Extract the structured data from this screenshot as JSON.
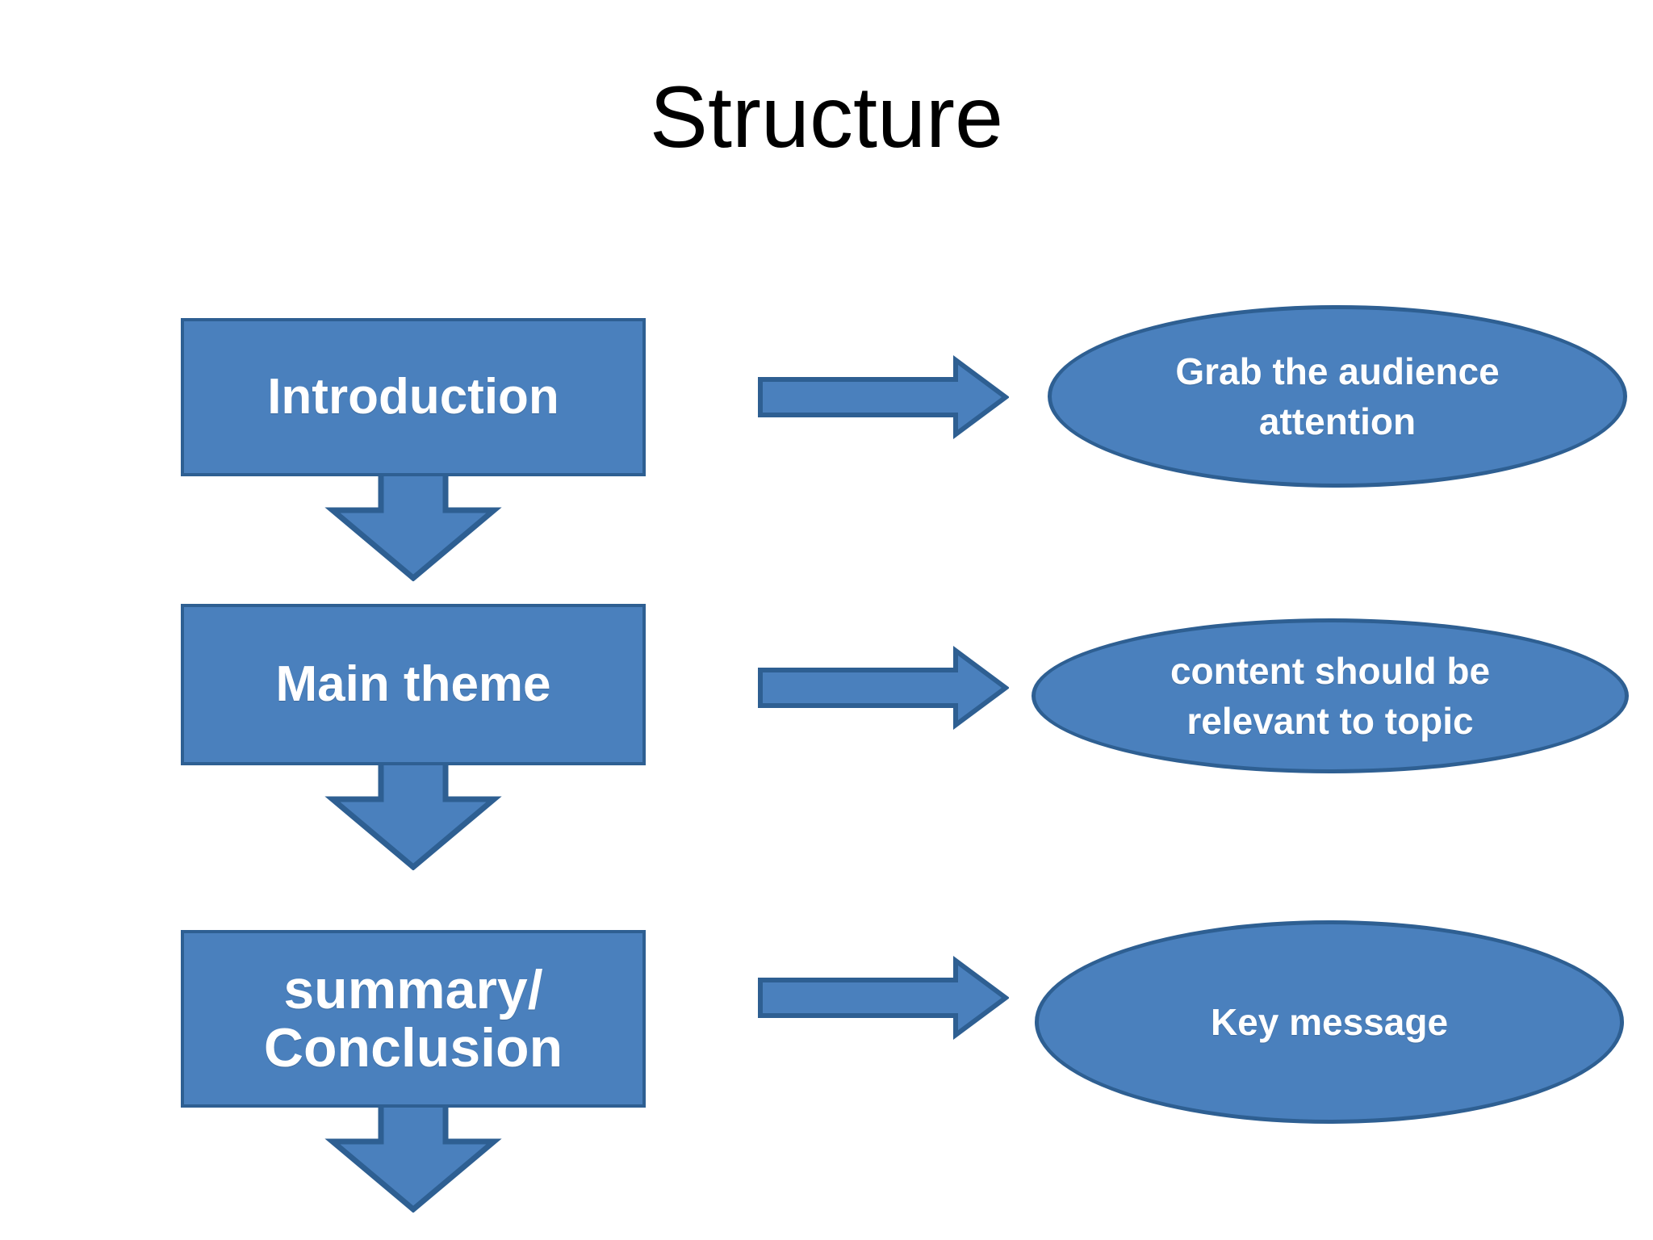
{
  "slide": {
    "title": "Structure",
    "background_color": "#ffffff",
    "shape_fill_color": "#4a80bd",
    "shape_border_color": "#2e5f92",
    "shape_text_color": "#ffffff",
    "title_text_color": "#000000"
  },
  "flow": {
    "steps": [
      {
        "id": "introduction",
        "box_label": "Introduction",
        "arrow_icon": "right-arrow-icon",
        "note_label": "Grab the audience\nattention",
        "next_arrow_icon": "down-arrow-icon"
      },
      {
        "id": "main-theme",
        "box_label": "Main theme",
        "arrow_icon": "right-arrow-icon",
        "note_label": "content should be\nrelevant to topic",
        "next_arrow_icon": "down-arrow-icon"
      },
      {
        "id": "summary-conclusion",
        "box_label": "summary/\nConclusion",
        "arrow_icon": "right-arrow-icon",
        "note_label": "Key message",
        "next_arrow_icon": "down-arrow-icon"
      }
    ]
  }
}
